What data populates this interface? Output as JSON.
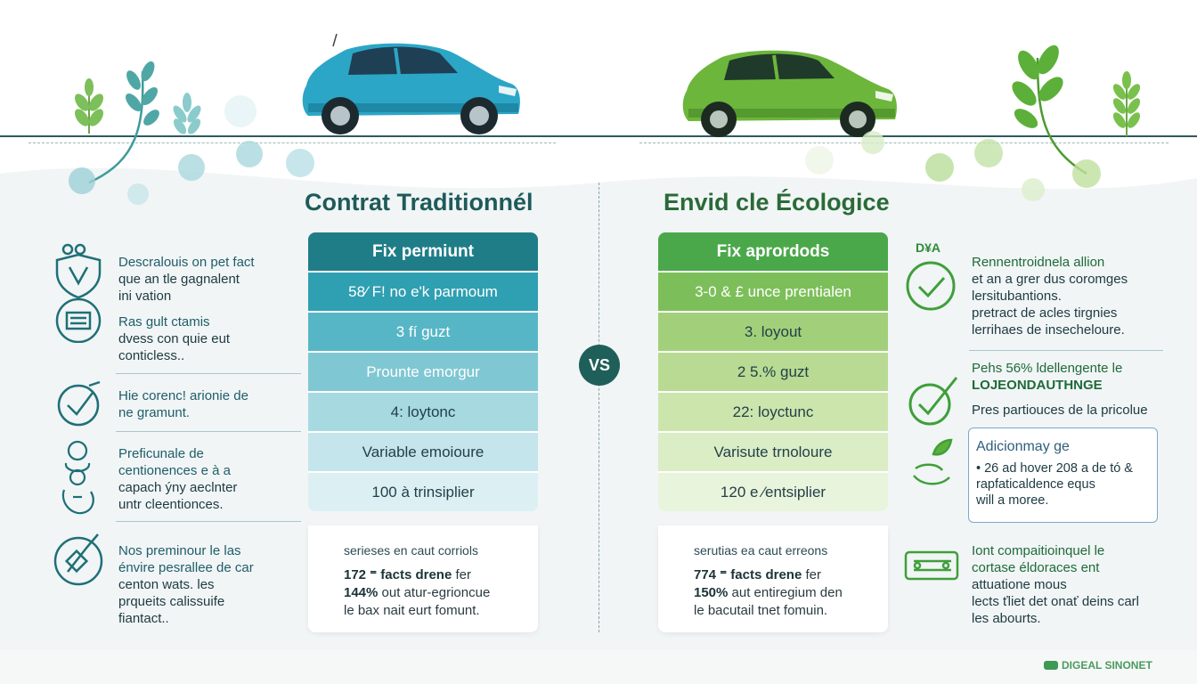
{
  "left": {
    "title": "Contrat Traditionnél",
    "header": "Fix permiunt",
    "rows": [
      "58⁄ F! no e'k parmoum",
      "3 fí guzt",
      "Prounte emorgur",
      "4: loytonc",
      "Variable emoioure",
      "100 à trinsiplier"
    ],
    "notes": {
      "subtitle": "serieses en caut corriols",
      "lines": [
        {
          "bold": "172 ⁼ facts drene",
          "rest": " fer"
        },
        {
          "bold": "144%",
          "rest": " out atur-egrioncue"
        },
        {
          "bold": "",
          "rest": "le  bax nait eurt fomunt."
        }
      ]
    },
    "features": [
      {
        "lines": [
          {
            "t": "Descralouis on pet fact",
            "hl": true
          },
          {
            "t": "que  an tle gagnalent",
            "hl": false
          },
          {
            "t": "ini vation",
            "hl": false
          },
          {
            "t": "Ras gult ctamis",
            "hl": true
          },
          {
            "t": "dvess con quie eut",
            "hl": false
          },
          {
            "t": "conticless..",
            "hl": false
          }
        ]
      },
      {
        "lines": [
          {
            "t": "Hie corenc! arionie de",
            "hl": true
          },
          {
            "t": "ne gramunt.",
            "hl": false
          }
        ]
      },
      {
        "lines": [
          {
            "t": "Preficunale de",
            "hl": true
          },
          {
            "t": "centionences e à a",
            "hl": true
          },
          {
            "t": "capach ýny aeclnter",
            "hl": false
          },
          {
            "t": "untr cleentionces.",
            "hl": false
          }
        ]
      },
      {
        "lines": [
          {
            "t": "Nos preminour le las",
            "hl": true
          },
          {
            "t": "énvire pesrallee de car",
            "hl": true
          },
          {
            "t": "centon wats. les",
            "hl": false
          },
          {
            "t": "prqueits calissuife",
            "hl": false
          },
          {
            "t": "fiantact..",
            "hl": false
          }
        ]
      }
    ]
  },
  "right": {
    "title": "Envid cle Écologice",
    "header": "Fix aprordods",
    "rows": [
      "3-0 & £ unce prentialen",
      "3.  loyout",
      "2 5.% guzt",
      "22: loyctunc",
      "Varisute trnoloure",
      "120 e ⁄entsiplier"
    ],
    "notes": {
      "subtitle": "serutias ea caut erreons",
      "lines": [
        {
          "bold": "774 ⁼ facts drene",
          "rest": " fer"
        },
        {
          "bold": "150%",
          "rest": " aut entiregium den"
        },
        {
          "bold": "",
          "rest": "le  bacutail tnet fomuin."
        }
      ]
    },
    "features": [
      {
        "lines": [
          {
            "t": "Rennentroidnela allion",
            "hl": true
          },
          {
            "t": "et an a grer dus coromges",
            "hl": false
          },
          {
            "t": "lersitubantions.",
            "hl": false
          },
          {
            "t": "pretract de acles tirgnies",
            "hl": false
          },
          {
            "t": "lerrihaes de insecheloure.",
            "hl": false
          }
        ]
      },
      {
        "lines": [
          {
            "t": "Pehs 56% ldellengente le",
            "hl": true
          },
          {
            "t": "LOJEONDAUTHNGE",
            "hl": true
          }
        ]
      },
      {
        "lines": [
          {
            "t": "Pres partiouces de la pricolue",
            "hl": false
          }
        ]
      },
      {
        "lines": [
          {
            "t": "Iont compaitioinquel le",
            "hl": true
          },
          {
            "t": "cortase éldoraces ent",
            "hl": true
          },
          {
            "t": "attuatione mous",
            "hl": false
          },
          {
            "t": "lects ťliet det onať deins carl",
            "hl": false
          },
          {
            "t": "les abourts.",
            "hl": false
          }
        ]
      }
    ],
    "info_box": {
      "title": "Adicionmay ge",
      "lines": [
        "• 26 ad hover 208 a de tó &",
        "   rapfaticaldence equs",
        "   will a moree."
      ]
    },
    "icon_label": "D¥A"
  },
  "vs_label": "VS",
  "brand": "DIGEAL SINONET",
  "colors": {
    "teal": "#1f7d88",
    "green": "#4aa84a",
    "dark": "#1f5f5a"
  }
}
